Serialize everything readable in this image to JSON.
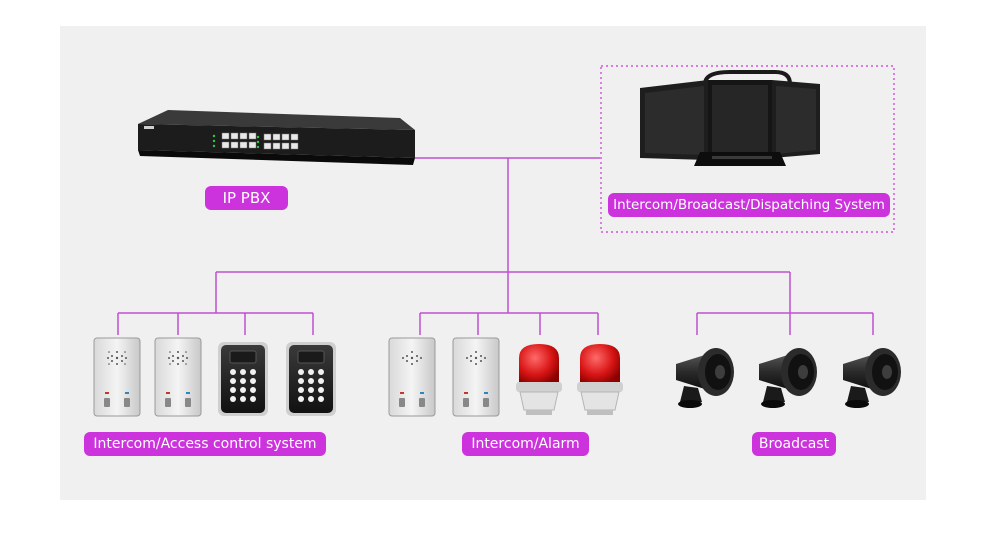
{
  "colors": {
    "accent": "#cc33dd",
    "line": "#c050d0",
    "background": "#f0f0f0"
  },
  "labels": {
    "ip_pbx": "IP PBX",
    "dispatch_system": "Intercom/Broadcast/Dispatching System",
    "intercom_access": "Intercom/Access control system",
    "intercom_alarm": "Intercom/Alarm",
    "broadcast": "Broadcast"
  },
  "devices": {
    "pbx": "ip-pbx-switch",
    "dispatch": "dispatch-console-laptop",
    "group_access": [
      "intercom-panel",
      "intercom-panel",
      "access-keypad",
      "access-keypad"
    ],
    "group_alarm": [
      "intercom-panel",
      "intercom-panel",
      "alarm-beacon",
      "alarm-beacon"
    ],
    "group_broadcast": [
      "horn-speaker",
      "horn-speaker",
      "horn-speaker"
    ]
  }
}
